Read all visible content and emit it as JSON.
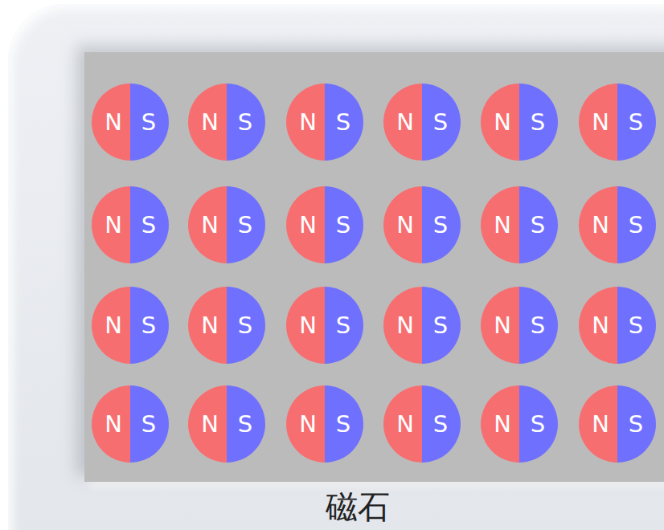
{
  "diagram": {
    "nodes": [
      {
        "text": [
          "磁石"
        ]
      },
      {
        "text": [
          "N",
          "S"
        ],
        "in": 0
      },
      {
        "text": [
          "N",
          "S"
        ],
        "in": 0
      },
      {
        "text": [
          "N",
          "S"
        ],
        "in": 0
      },
      {
        "text": [
          "N",
          "S"
        ],
        "in": 0
      },
      {
        "text": [
          "N",
          "S"
        ],
        "in": 0
      },
      {
        "text": [
          "N",
          "S"
        ],
        "in": 0
      },
      {
        "text": [
          "N",
          "S"
        ],
        "in": 0
      },
      {
        "text": [
          "N",
          "S"
        ],
        "in": 0
      },
      {
        "text": [
          "N",
          "S"
        ],
        "in": 0
      },
      {
        "text": [
          "N",
          "S"
        ],
        "in": 0
      },
      {
        "text": [
          "N",
          "S"
        ],
        "in": 0
      },
      {
        "text": [
          "N",
          "S"
        ],
        "in": 0
      },
      {
        "text": [
          "N",
          "S"
        ],
        "in": 0
      },
      {
        "text": [
          "N",
          "S"
        ],
        "in": 0
      },
      {
        "text": [
          "N",
          "S"
        ],
        "in": 0
      },
      {
        "text": [
          "N",
          "S"
        ],
        "in": 0
      },
      {
        "text": [
          "N",
          "S"
        ],
        "in": 0
      },
      {
        "text": [
          "N",
          "S"
        ],
        "in": 0
      },
      {
        "text": [
          "N",
          "S"
        ],
        "in": 0
      },
      {
        "text": [
          "N",
          "S"
        ],
        "in": 0
      },
      {
        "text": [
          "N",
          "S"
        ],
        "in": 0
      },
      {
        "text": [
          "N",
          "S"
        ],
        "in": 0
      },
      {
        "text": [
          "N",
          "S"
        ],
        "in": 0
      },
      {
        "text": [
          "N",
          "S"
        ],
        "in": 0
      }
    ]
  }
}
